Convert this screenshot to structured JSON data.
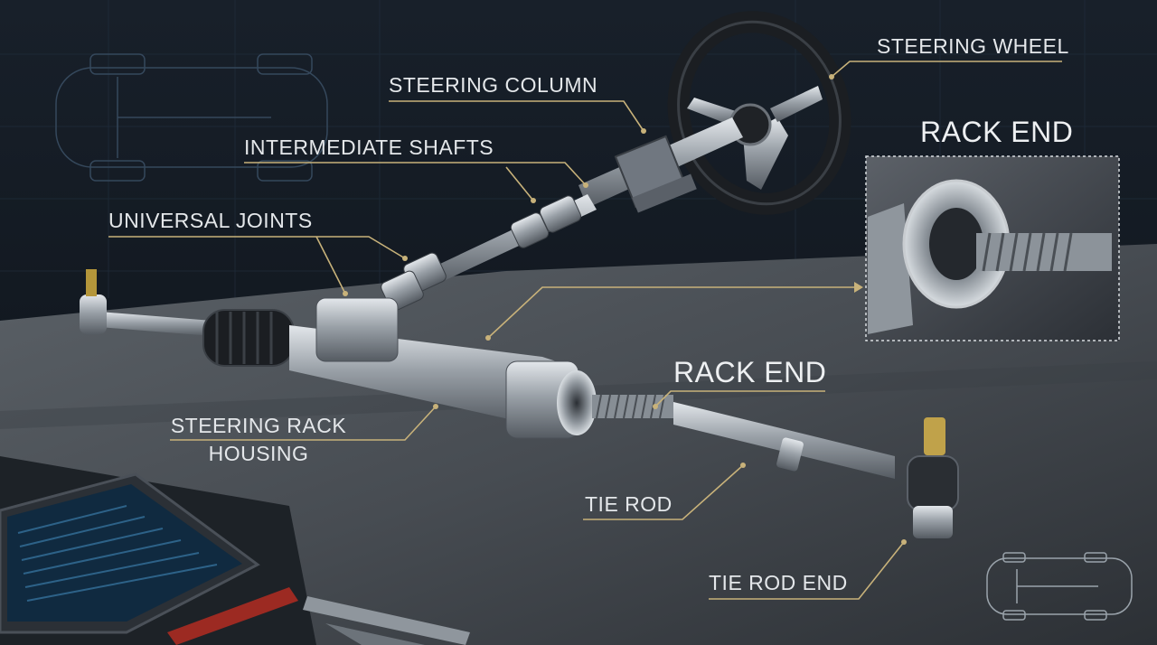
{
  "labels": {
    "steering_wheel": "STEERING WHEEL",
    "steering_column": "STEERING COLUMN",
    "intermediate_shafts": "INTERMEDIATE SHAFTS",
    "universal_joints": "UNIVERSAL JOINTS",
    "rack_end_inset": "RACK END",
    "rack_end": "RACK END",
    "steering_rack_line1": "STEERING RACK",
    "steering_rack_line2": "HOUSING",
    "tie_rod": "TIE ROD",
    "tie_rod_end": "TIE ROD END"
  },
  "colors": {
    "background": "#0f151c",
    "leader_line": "#c8b27a",
    "label_text": "#e4e7ea",
    "metal": "#b9bfc6",
    "bench": "#4a4f55"
  }
}
